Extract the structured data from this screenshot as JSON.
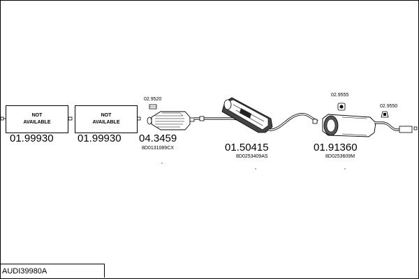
{
  "title": "AUDI39980A",
  "parts": [
    {
      "part_number": "01.99930",
      "status": "NOT\nAVAILABLE"
    },
    {
      "part_number": "01.99930",
      "status": "NOT\nAVAILABLE"
    },
    {
      "part_number": "04.3459",
      "oem": "8D0131089CX"
    },
    {
      "part_number": "01.50415",
      "oem": "8D0253409AS"
    },
    {
      "part_number": "01.91360",
      "oem": "8D0253609M"
    }
  ],
  "fittings": [
    {
      "code": "02.9520"
    },
    {
      "code": "02.9555"
    },
    {
      "code": "02.9550"
    }
  ]
}
